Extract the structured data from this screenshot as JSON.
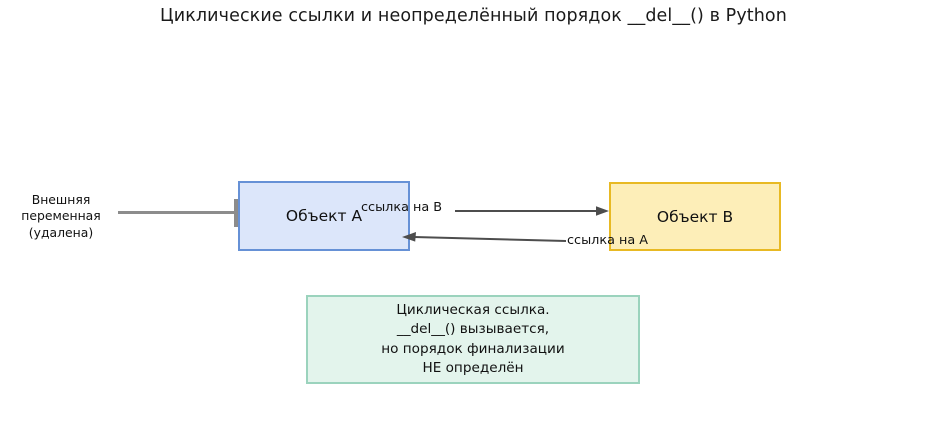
{
  "diagram": {
    "title": "Циклические ссылки и неопределённый порядок __del__() в Python",
    "external_variable": {
      "line1": "Внешняя",
      "line2": "переменная",
      "line3": "(удалена)"
    },
    "nodes": {
      "object_a": {
        "label": "Объект A",
        "fill": "#dce6fa",
        "border": "#6691d6"
      },
      "object_b": {
        "label": "Объект B",
        "fill": "#fdeeb8",
        "border": "#e8b923"
      }
    },
    "edges": {
      "a_to_b_label": "ссылка на B",
      "b_to_a_label": "ссылка на A",
      "arrow_color": "#4d4d4d",
      "connector_color": "#8c8c8c"
    },
    "note": {
      "line1": "Циклическая ссылка.",
      "line2": "__del__() вызывается,",
      "line3": "но порядок финализации",
      "line4": "НЕ определён",
      "fill": "#e3f4ec",
      "border": "#9bd3bd"
    }
  }
}
